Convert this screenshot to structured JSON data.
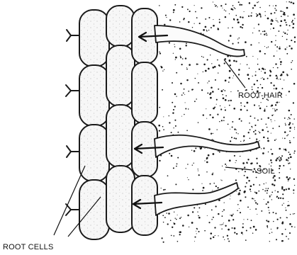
{
  "labels": {
    "root_hair": "ROOT-HAIR",
    "soil": "SOIL",
    "root_cells": "ROOT CELLS"
  }
}
